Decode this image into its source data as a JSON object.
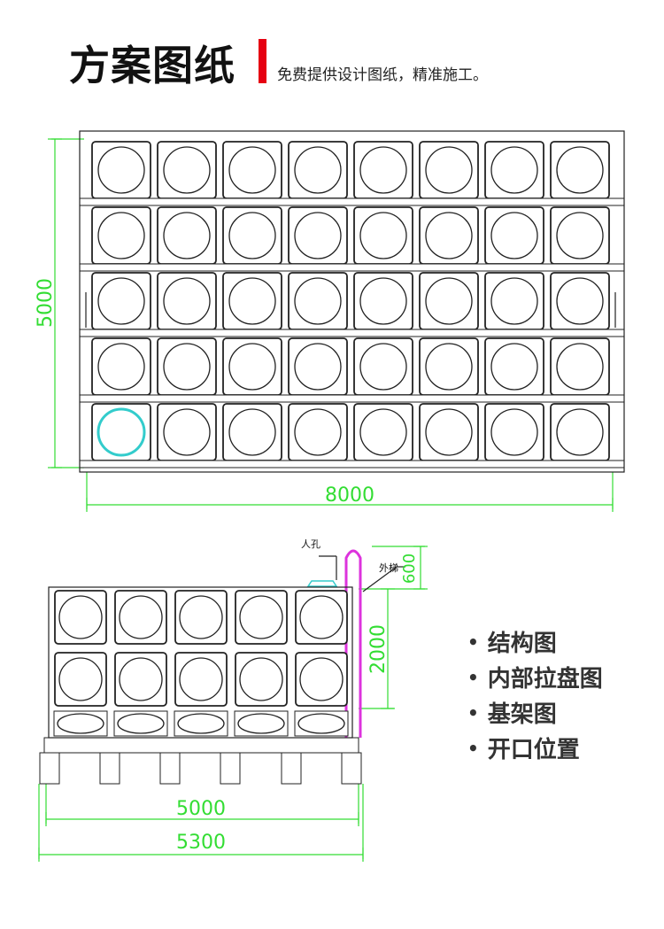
{
  "header": {
    "title": "方案图纸",
    "subtitle": "免费提供设计图纸，精准施工。",
    "accent": "#e60012"
  },
  "plan_view": {
    "rows": 5,
    "cols": 8,
    "width_label": "8000",
    "height_label": "5000"
  },
  "elevation_view": {
    "cols": 5,
    "height_label": "2000",
    "top_label": "600",
    "inner_width_label": "5000",
    "outer_width_label": "5300",
    "manhole_label": "人孔",
    "ladder_label": "外梯"
  },
  "features": [
    "结构图",
    "内部拉盘图",
    "基架图",
    "开口位置"
  ],
  "colors": {
    "line": "#222222",
    "dim": "#33dd33",
    "ladder": "#dd33dd",
    "manhole": "#33cccc"
  }
}
